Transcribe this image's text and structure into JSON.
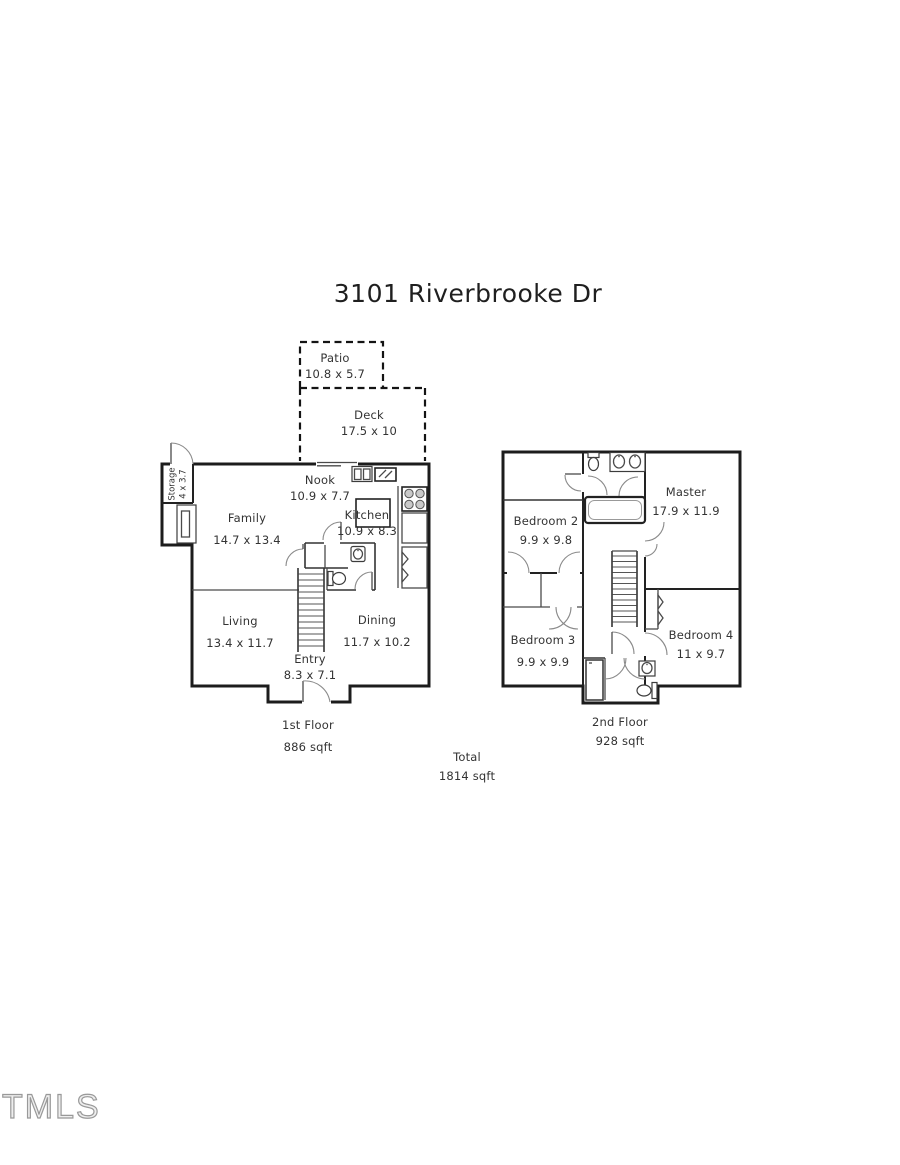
{
  "title": "3101 Riverbrooke Dr",
  "watermark": "TMLS",
  "colors": {
    "wall": "#1c1c1c",
    "text": "#333333",
    "dashed_outline": "#141414",
    "background": "#ffffff"
  },
  "floor1": {
    "name": "1st Floor",
    "area": "886 sqft",
    "rooms": {
      "patio": {
        "name": "Patio",
        "dims": "10.8 x 5.7"
      },
      "deck": {
        "name": "Deck",
        "dims": "17.5 x 10"
      },
      "nook": {
        "name": "Nook",
        "dims": "10.9 x 7.7"
      },
      "kitchen": {
        "name": "Kitchen",
        "dims": "10.9 x 8.3"
      },
      "family": {
        "name": "Family",
        "dims": "14.7 x 13.4"
      },
      "living": {
        "name": "Living",
        "dims": "13.4 x 11.7"
      },
      "dining": {
        "name": "Dining",
        "dims": "11.7 x 10.2"
      },
      "entry": {
        "name": "Entry",
        "dims": "8.3 x 7.1"
      },
      "storage": {
        "name": "Storage",
        "dims": "4 x 3.7"
      }
    }
  },
  "floor2": {
    "name": "2nd Floor",
    "area": "928 sqft",
    "rooms": {
      "master": {
        "name": "Master",
        "dims": "17.9 x 11.9"
      },
      "bedroom2": {
        "name": "Bedroom 2",
        "dims": "9.9 x 9.8"
      },
      "bedroom3": {
        "name": "Bedroom 3",
        "dims": "9.9 x 9.9"
      },
      "bedroom4": {
        "name": "Bedroom 4",
        "dims": "11 x 9.7"
      }
    }
  },
  "total": {
    "name": "Total",
    "area": "1814 sqft"
  }
}
